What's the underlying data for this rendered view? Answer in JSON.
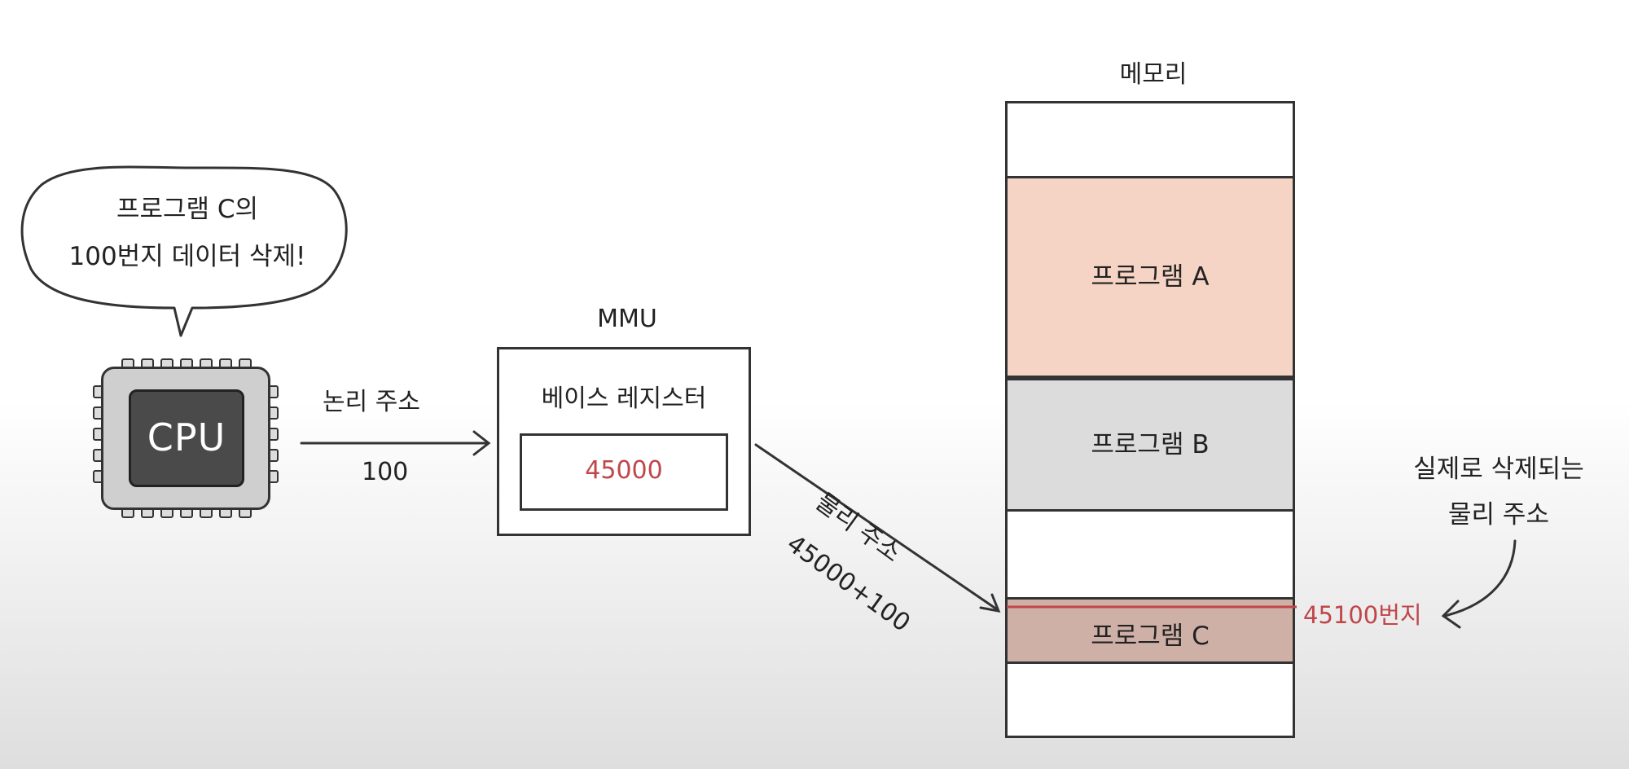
{
  "speech_bubble": {
    "line1": "프로그램 C의",
    "line2": "100번지 데이터 삭제!"
  },
  "cpu": {
    "label": "CPU"
  },
  "logical_address": {
    "label": "논리 주소",
    "value": "100"
  },
  "mmu": {
    "title": "MMU",
    "base_register_label": "베이스 레지스터",
    "base_register_value": "45000"
  },
  "physical_address": {
    "label": "물리 주소",
    "calculation": "45000+100"
  },
  "memory": {
    "title": "메모리",
    "segments": [
      {
        "label": "프로그램 A",
        "color": "#f5d3c5"
      },
      {
        "label": "프로그램 B",
        "color": "#dcdcdc"
      },
      {
        "label": "프로그램 C",
        "color": "#cfb0a6"
      }
    ]
  },
  "target_address": {
    "label": "45100번지",
    "color": "#c0464a"
  },
  "annotation": {
    "line1": "실제로 삭제되는",
    "line2": "물리 주소"
  }
}
